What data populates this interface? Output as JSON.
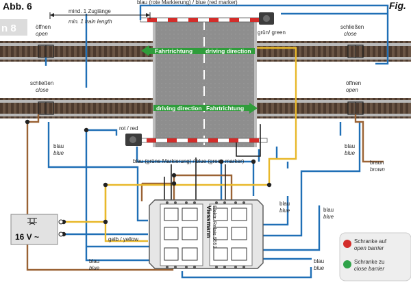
{
  "header": {
    "abb_label": "Abb. 6",
    "fig_label": "Fig.",
    "side_tab": "n 8"
  },
  "annotations": {
    "blue_red_marker": "blau (rote Markierung) / blue (red marker)",
    "train_length_de": "mind. 1 Zuglänge",
    "train_length_en": "min. 1 train length",
    "oeffnen_de": "öffnen",
    "open_en": "open",
    "schliessen_de": "schließen",
    "close_en": "close",
    "gruen_green": "grün/ green",
    "rot_red": "rot / red",
    "blau": "blau",
    "blue": "blue",
    "braun": "braun",
    "brown": "brown",
    "gelb_yellow": "gelb / yellow",
    "blue_green_marker": "blau (grüne Markierung) / blue (green marker)",
    "voltage": "16 V ~"
  },
  "track_arrows": {
    "top_de": "Fahrtrichtung",
    "top_en": "driving direction",
    "bottom_en": "driving direction",
    "bottom_de": "Fahrtrichtung"
  },
  "relay": {
    "brand": "Viessmann",
    "model_line1": "Elektr. Relais 5552"
  },
  "legend": {
    "red_line1": "Schranke auf",
    "red_line2": "open barrier",
    "green_line1": "Schranke zu",
    "green_line2": "close barrier"
  },
  "colors": {
    "wire_blue": "#1f6fb6",
    "wire_brown": "#9a6234",
    "wire_yellow": "#e8b82a",
    "arrow_green": "#2f9d3b",
    "barrier_red": "#d32d2a",
    "led_green": "#2fa349",
    "road_gray": "#8f8f8f"
  }
}
